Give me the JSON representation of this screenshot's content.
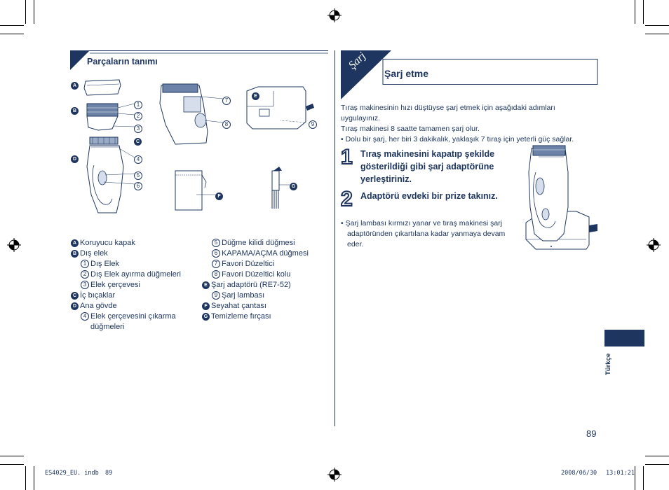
{
  "left": {
    "section_title": "Parçaların tanımı",
    "fig_labels": {
      "A": "A",
      "B": "B",
      "C": "C",
      "D": "D",
      "E": "E",
      "F": "F",
      "G": "G",
      "n1": "1",
      "n2": "2",
      "n3": "3",
      "n4": "4",
      "n5": "5",
      "n6": "6",
      "n7": "7",
      "n8": "8",
      "n9": "9"
    },
    "legend_col1": [
      {
        "marker": "A",
        "type": "badge",
        "text": "Koruyucu kapak"
      },
      {
        "marker": "B",
        "type": "badge",
        "text": "Dış elek"
      },
      {
        "marker": "1",
        "type": "num",
        "text": "Dış Elek"
      },
      {
        "marker": "2",
        "type": "num",
        "text": "Dış Elek ayırma düğmeleri"
      },
      {
        "marker": "3",
        "type": "num",
        "text": "Elek çerçevesi"
      },
      {
        "marker": "C",
        "type": "badge",
        "text": "İç bıçaklar"
      },
      {
        "marker": "D",
        "type": "badge",
        "text": "Ana gövde"
      },
      {
        "marker": "4",
        "type": "num",
        "text": "Elek çerçevesini çıkarma"
      },
      {
        "marker": "",
        "type": "none",
        "text": "düğmeleri"
      }
    ],
    "legend_col2": [
      {
        "marker": "5",
        "type": "num",
        "text": "Düğme kilidi düğmesi"
      },
      {
        "marker": "6",
        "type": "num",
        "text": "KAPAMA/AÇMA düğmesi"
      },
      {
        "marker": "7",
        "type": "num",
        "text": "Favori Düzeltici"
      },
      {
        "marker": "8",
        "type": "num",
        "text": "Favori Düzeltici kolu"
      },
      {
        "marker": "E",
        "type": "badge",
        "text": "Şarj adaptörü (RE7-52)"
      },
      {
        "marker": "9",
        "type": "num",
        "text": "Şarj lambası"
      },
      {
        "marker": "F",
        "type": "badge",
        "text": "Seyahat çantası"
      },
      {
        "marker": "G",
        "type": "badge",
        "text": "Temizleme fırçası"
      }
    ]
  },
  "right": {
    "tab_label": "Şarj",
    "section_title": "Şarj etme",
    "intro": [
      "Tıraş makinesinin hızı düştüyse şarj etmek için aşağıdaki adımları",
      "uygulayınız.",
      "Tıraş makinesi 8 saatte tamamen şarj olur.",
      "• Dolu bir şarj, her biri 3 dakikalık, yaklaşık 7 tıraş için yeterli güç sağlar."
    ],
    "step1_num": "1",
    "step1_lines": [
      "Tıraş makinesini kapatıp şekilde",
      "gösterildiği gibi şarj adaptörüne",
      "yerleştiriniz."
    ],
    "step2_num": "2",
    "step2_text": "Adaptörü evdeki bir prize takınız.",
    "note_lines": [
      "• Şarj lambası kırmızı yanar ve tıraş makinesi şarj",
      "adaptöründen çıkartılana kadar yanmaya devam",
      "eder."
    ]
  },
  "lang_tab": "Türkçe",
  "page_number": "89",
  "footer": {
    "file": "ES4029_EU. indb",
    "file_page": "89",
    "date": "2008/06/30",
    "time": "13:01:21"
  },
  "colors": {
    "accent": "#1e3560",
    "ink": "#1e3560"
  }
}
